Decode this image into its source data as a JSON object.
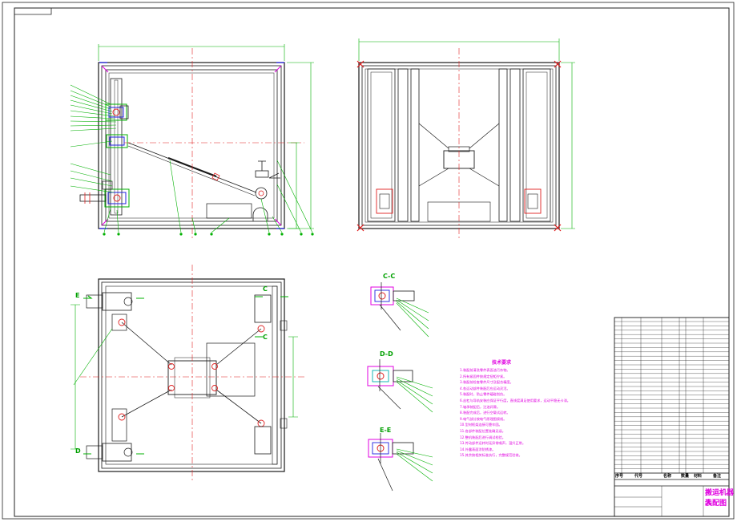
{
  "sections": {
    "cc": "C-C",
    "dd": "D-D",
    "ee": "E-E",
    "c": "C",
    "d": "D",
    "e": "E"
  },
  "tech_notes": {
    "title": "技术要求",
    "items": [
      "1.装配前清洗零件表面油污杂物。",
      "2.所有紧固件按规定扭矩拧紧。",
      "3.装配前检查零件尺寸及配合精度。",
      "4.各运动部件装配后应运动灵活。",
      "5.装配时，防止零件磕碰划伤。",
      "6.丝杠与导轨安装应保证平行度，直线度满足使用要求，运动平稳无卡滞。",
      "7.轴承装配后，注油润滑。",
      "8.装配完成后，进行空载试运转。",
      "9.电气部分按电气原理图接线。",
      "10.型材框架连接可靠牢固。",
      "11.各部件装配位置准确无误。",
      "12.整机装配后进行调试检验。",
      "13.传动部件运转时无异常噪声，温升正常。",
      "14.外露表面涂防锈漆。",
      "15.其余按相关标准执行，完整规范验收。"
    ]
  },
  "title_block": {
    "name_line1": "搬运机器人",
    "name_line2": "装配图",
    "header_cols": [
      "序号",
      "代号",
      "名称",
      "数量",
      "材料",
      "备注"
    ]
  },
  "colors": {
    "frame": "#1a1a1a",
    "dimension": "#00b000",
    "center_line": "#e02020",
    "notes": "#e000e0",
    "blue_part": "#2020e0",
    "cyan_part": "#00b0b0"
  }
}
